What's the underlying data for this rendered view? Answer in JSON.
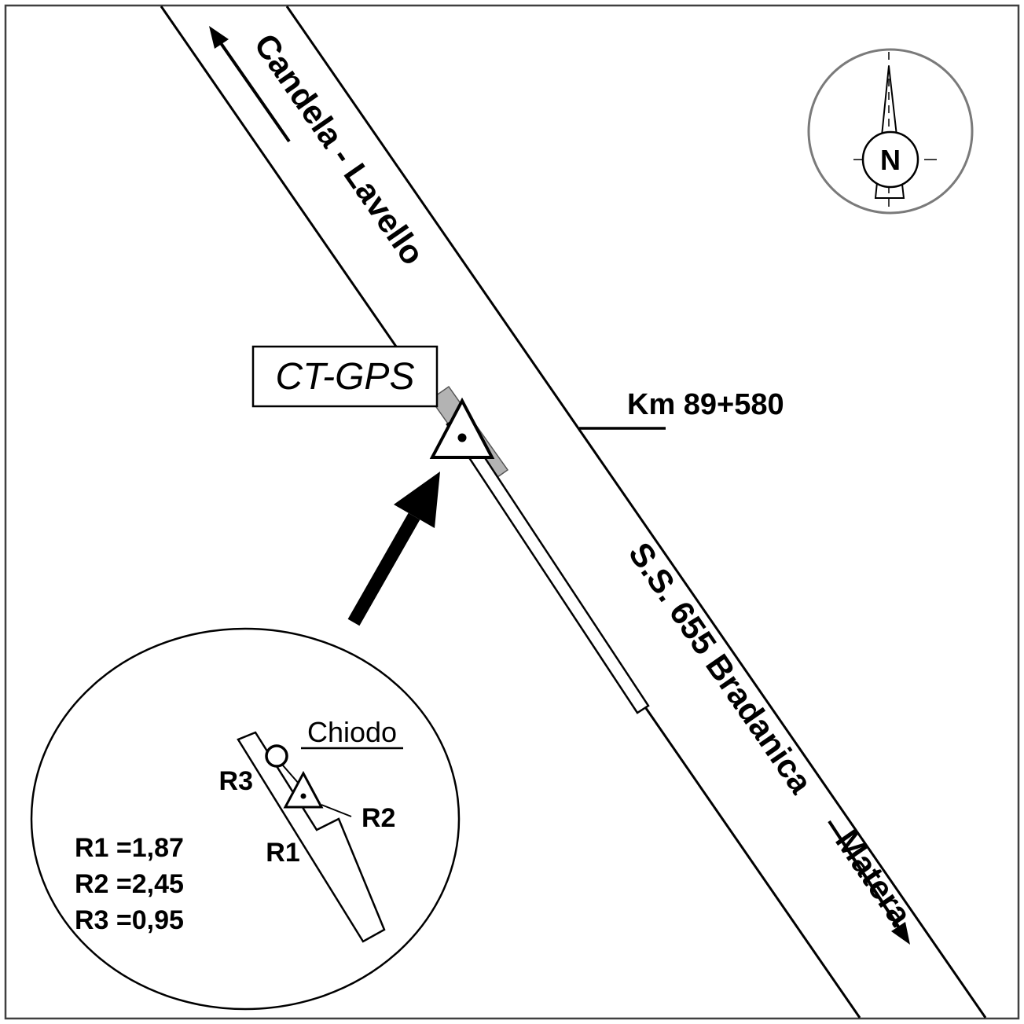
{
  "map": {
    "destination_top": "Candela - Lavello",
    "road_name": "S.S. 655 Bradanica",
    "destination_bottom": "Matera",
    "km_marker": "Km 89+580",
    "station_label": "CT-GPS"
  },
  "compass": {
    "north": "N"
  },
  "inset": {
    "title": "Chiodo",
    "label_r3": "R3",
    "label_r2": "R2",
    "label_r1": "R1",
    "measurements": [
      "R1 =1,87",
      "R2 =2,45",
      "R3 =0,95"
    ]
  },
  "colors": {
    "ink": "#000000",
    "pad_gray": "#b3b3b3",
    "compass_gray": "#7a7a7a",
    "frame": "#404040"
  }
}
